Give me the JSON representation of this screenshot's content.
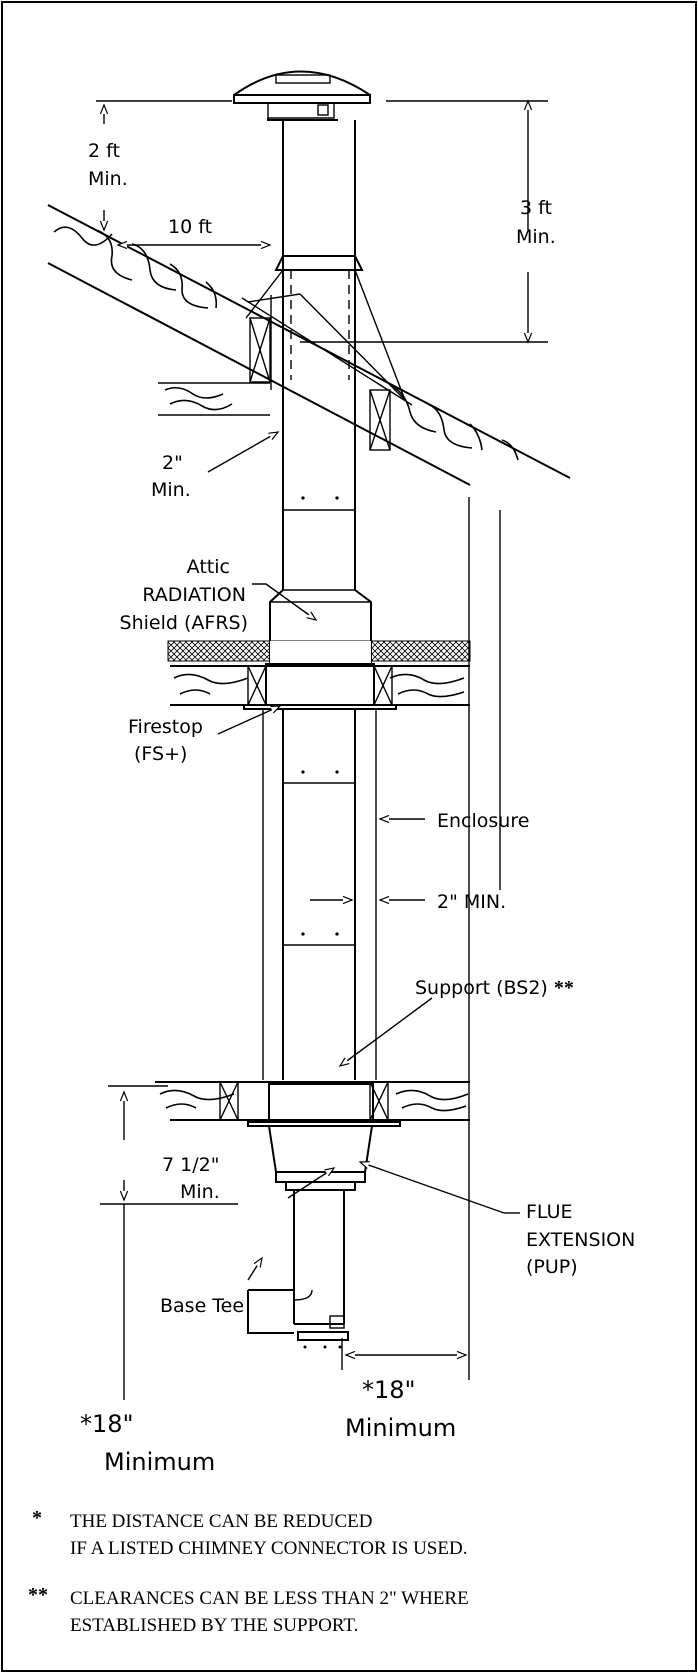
{
  "labels": {
    "clear_2ft": [
      "2  ft",
      "Min."
    ],
    "dist_10ft": "10  ft",
    "clear_3ft": [
      "3  ft",
      "Min."
    ],
    "clear_2in": [
      "2\"",
      "Min."
    ],
    "attic_shield": [
      "Attic",
      "RADIATION",
      "Shield (AFRS)"
    ],
    "firestop": [
      "Firestop",
      "(FS+)"
    ],
    "enclosure": "Enclosure",
    "min_2in": "2\"  MIN.",
    "support": "Support  (BS2)",
    "support_mark": "**",
    "clear_7half": [
      "7  1/2\"",
      "Min."
    ],
    "flue_ext": [
      "FLUE",
      "EXTENSION",
      "(PUP)"
    ],
    "base_tee": "Base Tee",
    "left_18": [
      "*18\"",
      "Minimum"
    ],
    "right_18": [
      "*18\"",
      "Minimum"
    ]
  },
  "notes": [
    {
      "mark": "*",
      "lines": [
        "THE DISTANCE CAN BE REDUCED",
        "IF A LISTED CHIMNEY CONNECTOR IS USED."
      ]
    },
    {
      "mark": "**",
      "lines": [
        "CLEARANCES CAN BE LESS THAN 2\" WHERE",
        "ESTABLISHED BY THE SUPPORT."
      ]
    }
  ]
}
